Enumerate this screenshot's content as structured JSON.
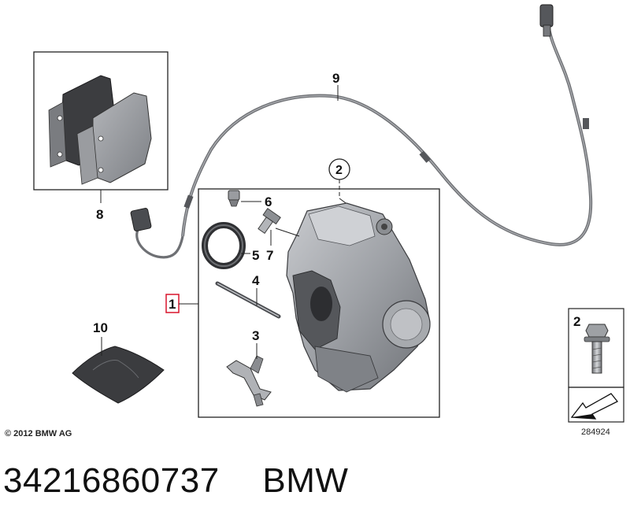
{
  "diagram": {
    "callouts": {
      "c1": "1",
      "c2": "2",
      "c3": "3",
      "c4": "4",
      "c5": "5",
      "c6": "6",
      "c7": "7",
      "c8": "8",
      "c9": "9",
      "c10": "10"
    },
    "legend": {
      "bolt_label": "2",
      "diagram_number": "284924"
    },
    "copyright": "© 2012 BMW AG"
  },
  "caption": {
    "part_number": "34216860737",
    "brand": "BMW"
  },
  "colors": {
    "highlight_box": "#d9142b",
    "frame": "#222222",
    "part_gray": "#8e9196",
    "part_dark": "#3c3d40"
  }
}
